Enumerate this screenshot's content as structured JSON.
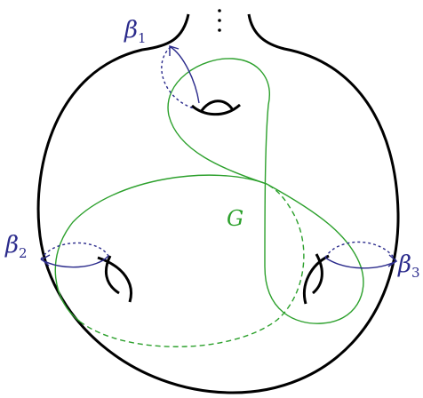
{
  "labels": {
    "beta_symbol": "β",
    "beta1_sub": "1",
    "beta2_sub": "2",
    "beta3_sub": "3",
    "graph_label": "G"
  },
  "colors": {
    "surface": "#000000",
    "curves": "#2b2b8c",
    "graph": "#2ca02c"
  },
  "ellipsis": "⋮"
}
